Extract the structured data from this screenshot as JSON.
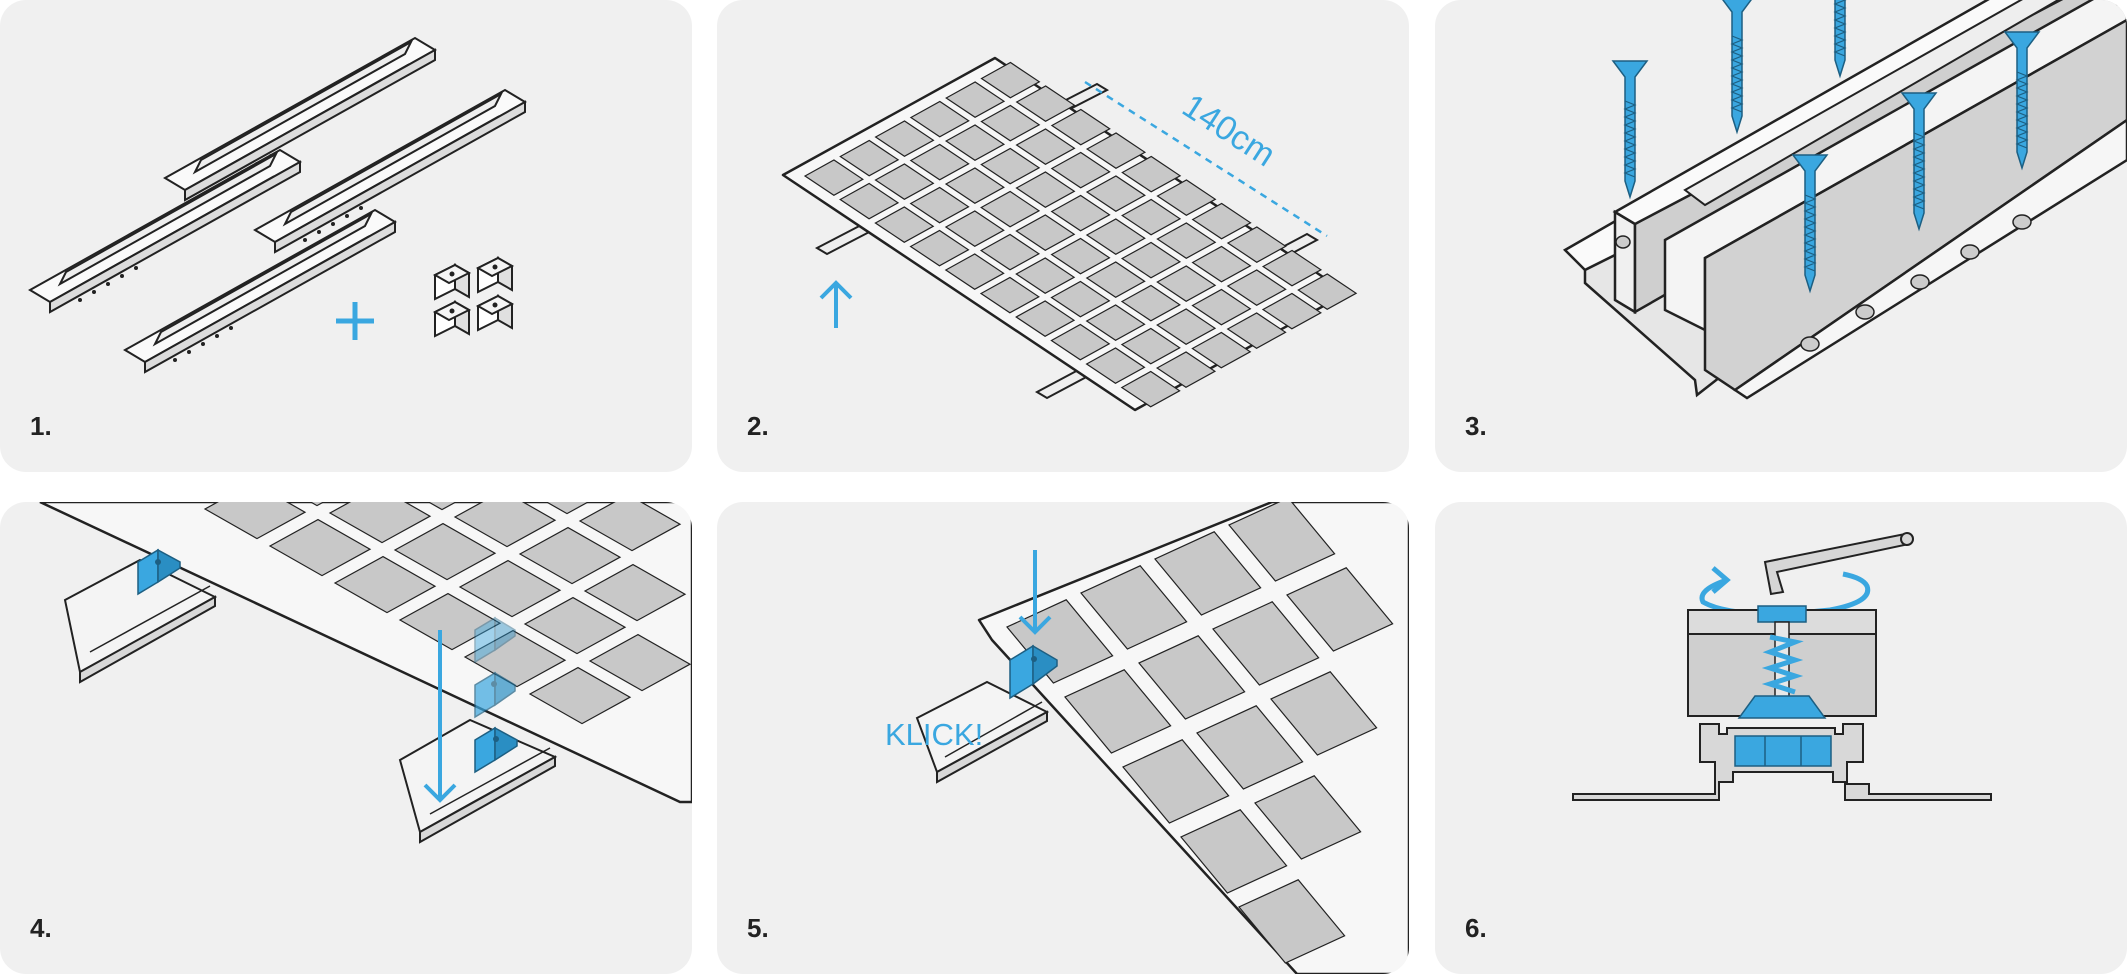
{
  "colors": {
    "accent": "#3aa7e0",
    "panel_bg": "#f0f0f0",
    "cell": "#c8c8c8",
    "line": "#222222"
  },
  "steps": [
    {
      "label": "1."
    },
    {
      "label": "2.",
      "dimension_label": "140cm"
    },
    {
      "label": "3."
    },
    {
      "label": "4."
    },
    {
      "label": "5.",
      "callout": "KLICK!"
    },
    {
      "label": "6."
    }
  ],
  "icons": [
    "rail-icon",
    "clamp-icon",
    "plus-icon",
    "solar-panel-icon",
    "up-arrow-icon",
    "screw-icon",
    "down-arrow-icon",
    "hex-key-icon",
    "rotate-arrow-icon"
  ]
}
